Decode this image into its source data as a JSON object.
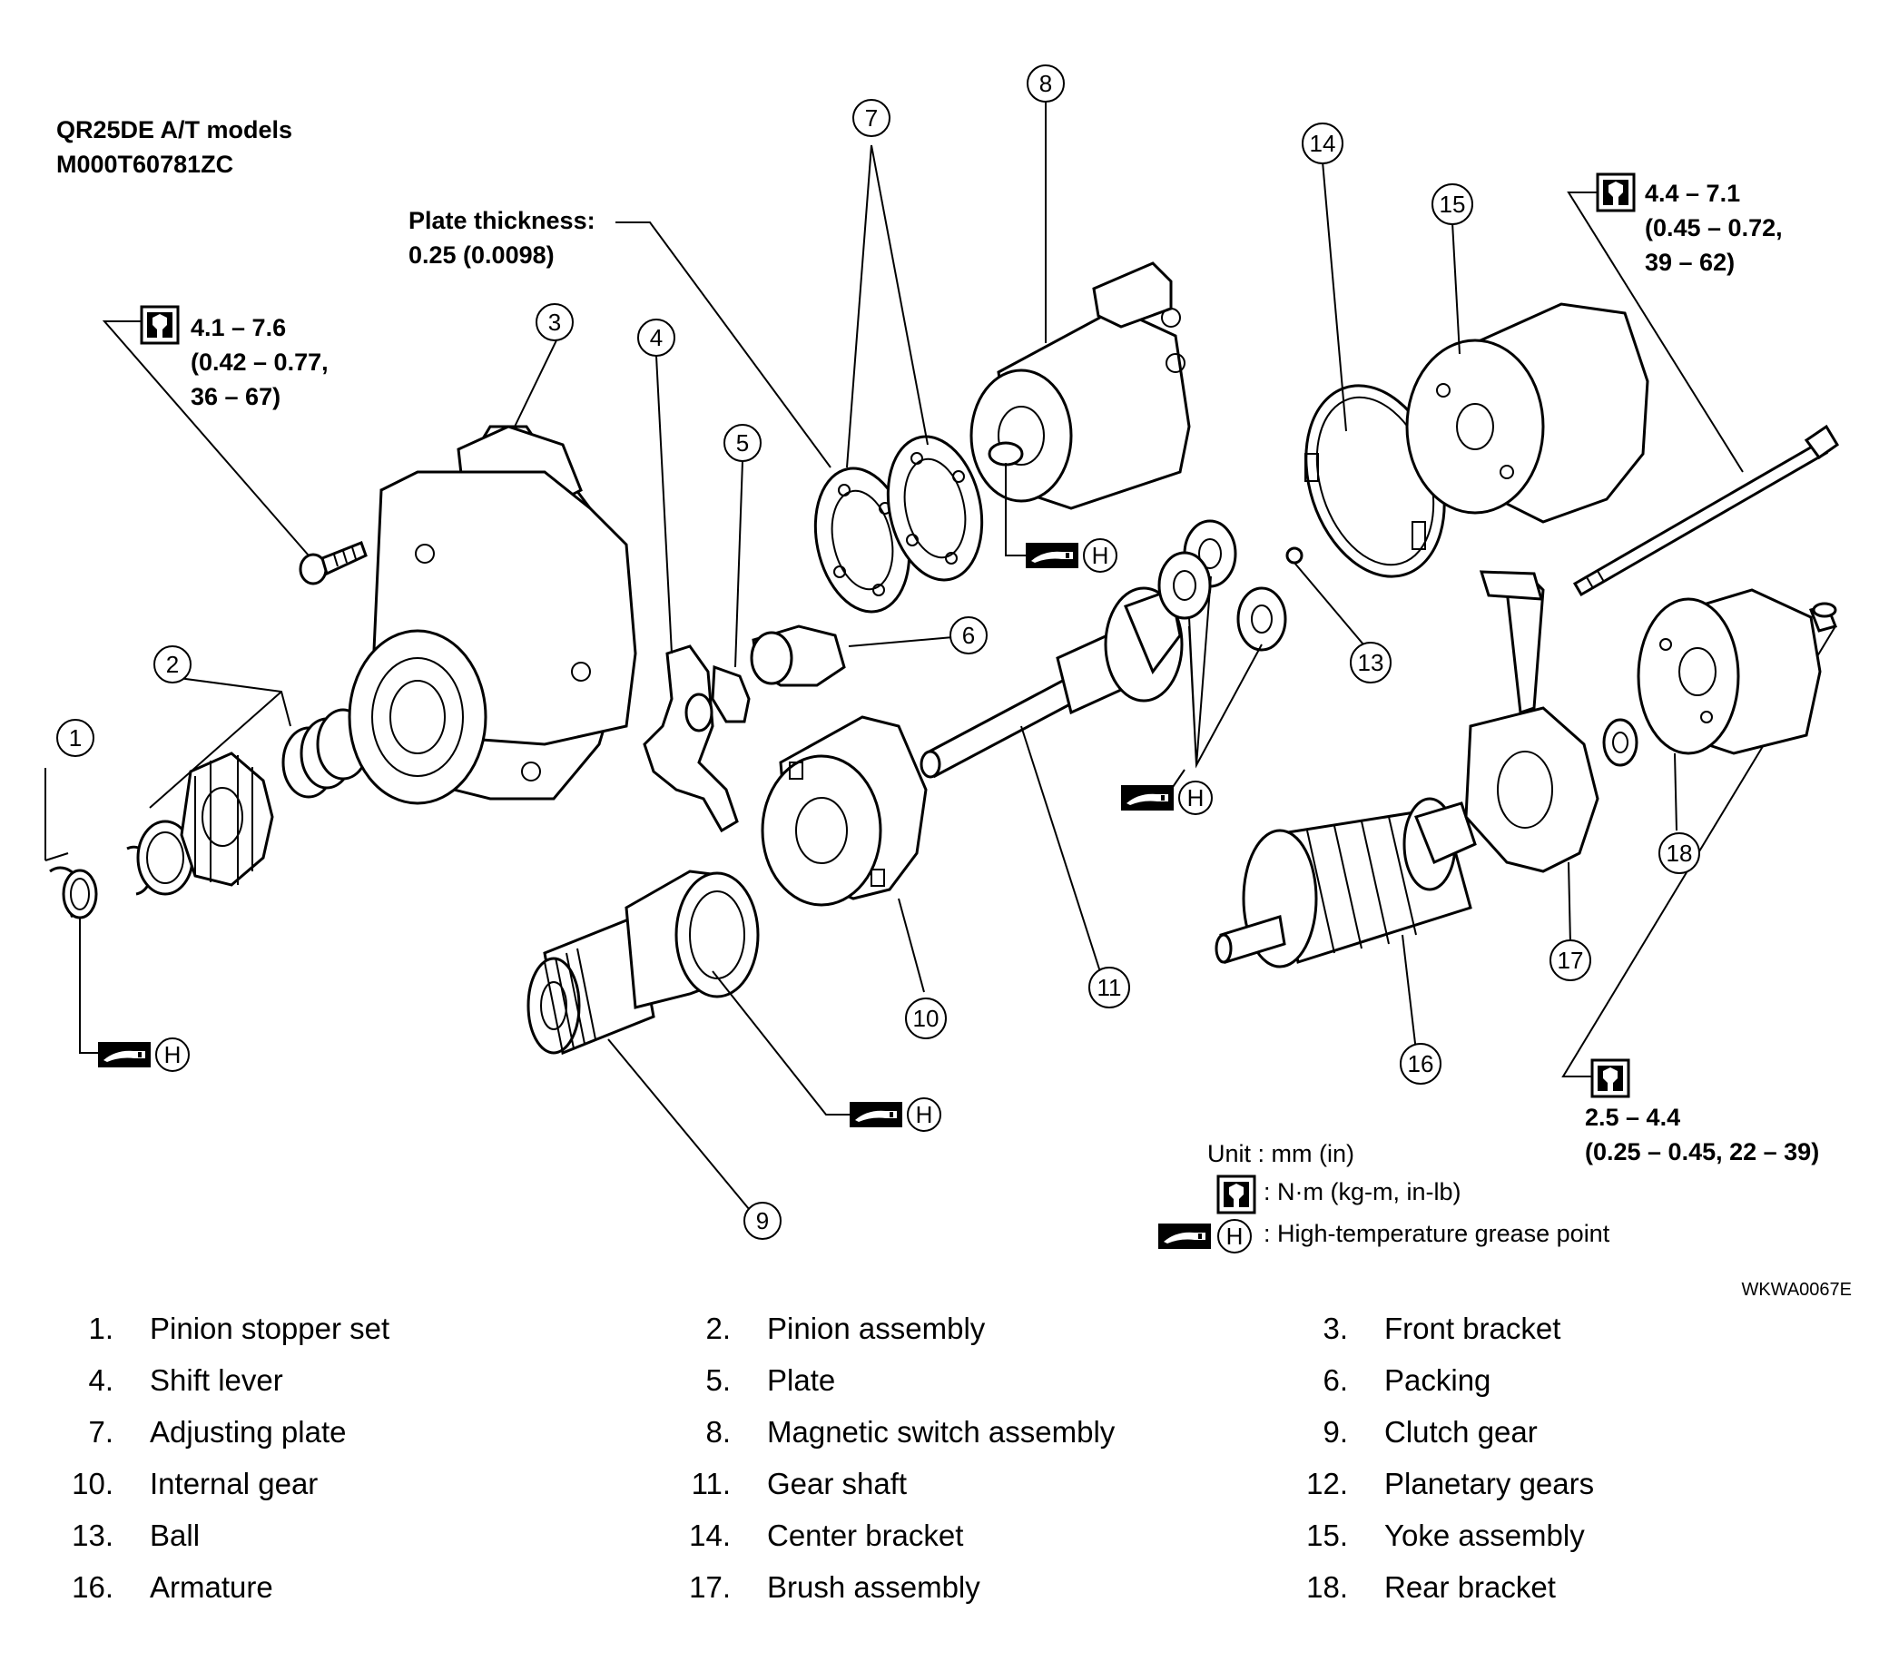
{
  "header": {
    "model_line": "QR25DE A/T models",
    "code_line": "M000T60781ZC"
  },
  "plate_note": {
    "line1": "Plate thickness:",
    "line2": "0.25 (0.0098)"
  },
  "torques": {
    "front_bolt": {
      "line1": "4.1 – 7.6",
      "line2": "(0.42 – 0.77,",
      "line3": "36 – 67)"
    },
    "through_bolt": {
      "line1": "4.4 – 7.1",
      "line2": "(0.45 – 0.72,",
      "line3": "39 – 62)"
    },
    "rear_screw": {
      "line1": "2.5 – 4.4",
      "line2": "(0.25 – 0.45, 22 – 39)"
    }
  },
  "callouts": [
    "1",
    "2",
    "3",
    "4",
    "5",
    "6",
    "7",
    "8",
    "9",
    "10",
    "11",
    "13",
    "14",
    "15",
    "16",
    "17",
    "18"
  ],
  "grease_symbol_letter": "H",
  "key": {
    "unit": "Unit : mm (in)",
    "torque_units": ": N·m (kg-m, in-lb)",
    "grease": ": High-temperature grease point"
  },
  "figure_code": "WKWA0067E",
  "parts": [
    {
      "num": "1.",
      "name": "Pinion stopper set"
    },
    {
      "num": "2.",
      "name": "Pinion assembly"
    },
    {
      "num": "3.",
      "name": "Front bracket"
    },
    {
      "num": "4.",
      "name": "Shift lever"
    },
    {
      "num": "5.",
      "name": "Plate"
    },
    {
      "num": "6.",
      "name": "Packing"
    },
    {
      "num": "7.",
      "name": "Adjusting plate"
    },
    {
      "num": "8.",
      "name": "Magnetic switch assembly"
    },
    {
      "num": "9.",
      "name": "Clutch gear"
    },
    {
      "num": "10.",
      "name": "Internal gear"
    },
    {
      "num": "11.",
      "name": "Gear shaft"
    },
    {
      "num": "12.",
      "name": "Planetary gears"
    },
    {
      "num": "13.",
      "name": "Ball"
    },
    {
      "num": "14.",
      "name": "Center bracket"
    },
    {
      "num": "15.",
      "name": "Yoke assembly"
    },
    {
      "num": "16.",
      "name": "Armature"
    },
    {
      "num": "17.",
      "name": "Brush assembly"
    },
    {
      "num": "18.",
      "name": "Rear bracket"
    }
  ]
}
